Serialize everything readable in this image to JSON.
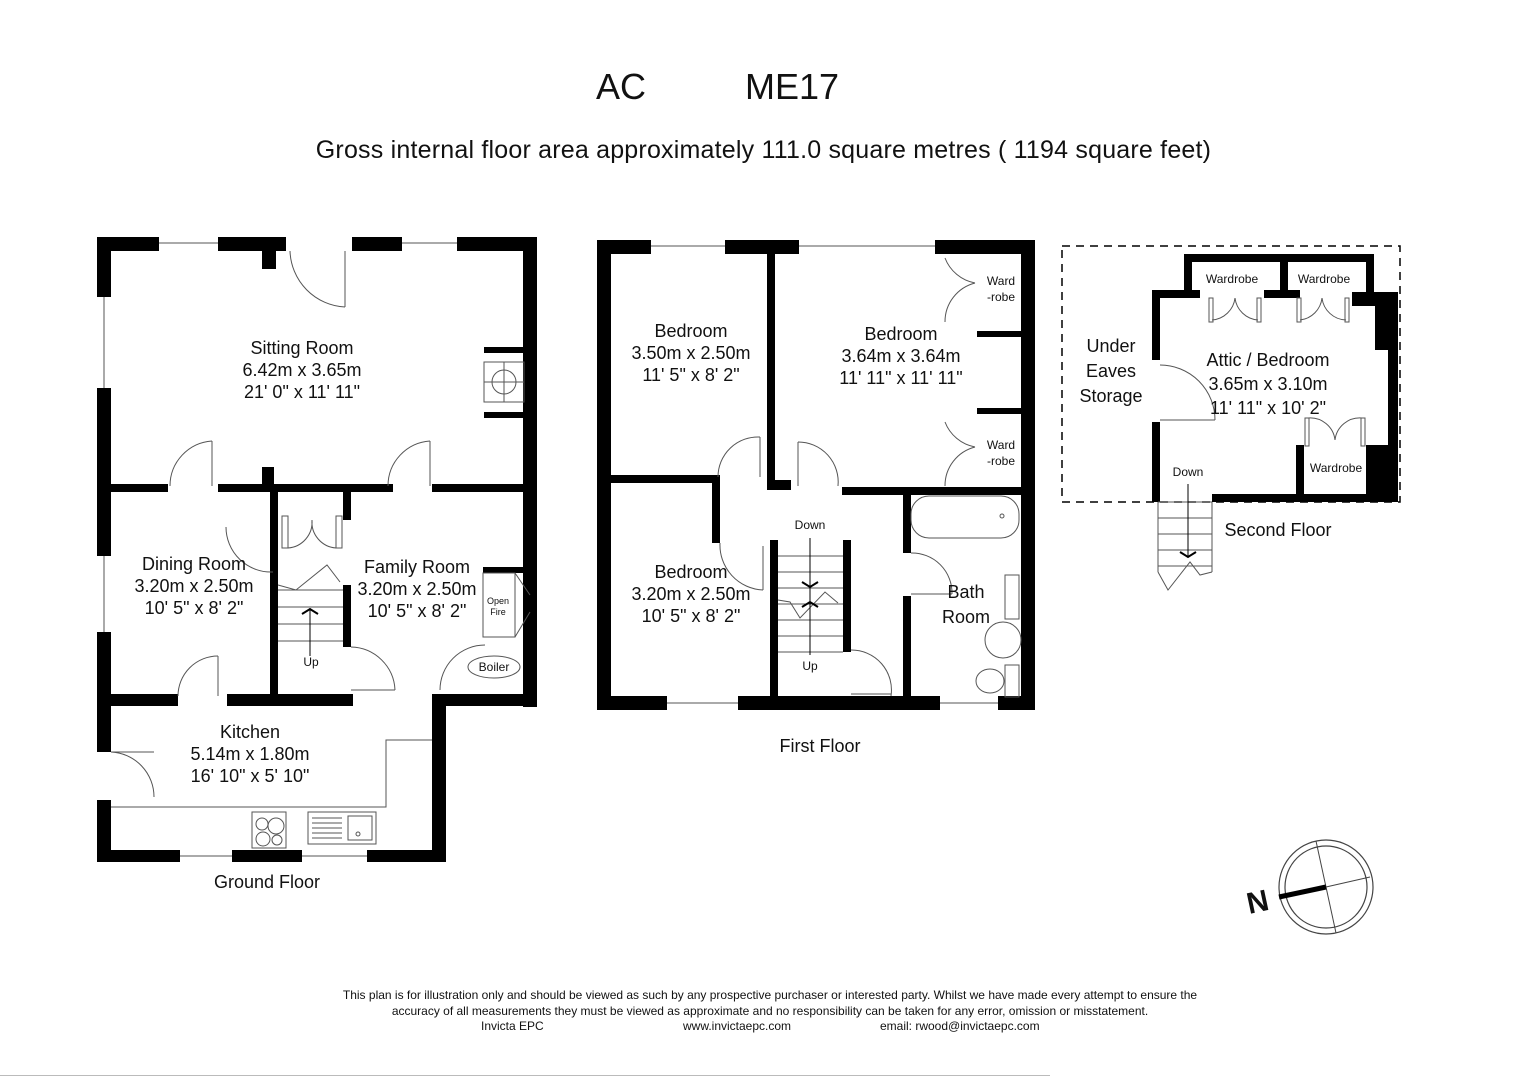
{
  "header": {
    "ref_left": "AC",
    "ref_right": "ME17",
    "gross_area": "Gross internal floor area approximately 111.0 square metres ( 1194 square feet)"
  },
  "ground_floor": {
    "label": "Ground Floor",
    "rooms": {
      "sitting_room": {
        "name": "Sitting Room",
        "metric": "6.42m x 3.65m",
        "imperial": "21' 0\" x 11' 11\""
      },
      "dining_room": {
        "name": "Dining Room",
        "metric": "3.20m x 2.50m",
        "imperial": "10' 5\" x 8' 2\""
      },
      "family_room": {
        "name": "Family Room",
        "metric": "3.20m x 2.50m",
        "imperial": "10' 5\" x 8' 2\""
      },
      "kitchen": {
        "name": "Kitchen",
        "metric": "5.14m x 1.80m",
        "imperial": "16' 10\" x 5' 10\""
      }
    },
    "fixtures": {
      "open_fire_line1": "Open",
      "open_fire_line2": "Fire",
      "boiler": "Boiler",
      "stairs_up": "Up"
    }
  },
  "first_floor": {
    "label": "First Floor",
    "rooms": {
      "bedroom_1": {
        "name": "Bedroom",
        "metric": "3.50m x 2.50m",
        "imperial": "11' 5\" x 8' 2\""
      },
      "bedroom_2": {
        "name": "Bedroom",
        "metric": "3.64m x 3.64m",
        "imperial": "11' 11\" x 11' 11\""
      },
      "bedroom_3": {
        "name": "Bedroom",
        "metric": "3.20m x 2.50m",
        "imperial": "10' 5\" x 8' 2\""
      },
      "bathroom_line1": "Bath",
      "bathroom_line2": "Room"
    },
    "fixtures": {
      "wardrobe_line1": "Ward",
      "wardrobe_line2": "-robe",
      "stairs_down": "Down",
      "stairs_up": "Up"
    }
  },
  "second_floor": {
    "label": "Second Floor",
    "rooms": {
      "attic": {
        "name": "Attic / Bedroom",
        "metric": "3.65m x 3.10m",
        "imperial": "11' 11\" x 10' 2\""
      },
      "storage_line1": "Under",
      "storage_line2": "Eaves",
      "storage_line3": "Storage"
    },
    "fixtures": {
      "wardrobe": "Wardrobe",
      "stairs_down": "Down"
    }
  },
  "compass": {
    "north_letter": "N"
  },
  "footer": {
    "disclaimer_line1": "This plan is for illustration only and should be viewed as such by any prospective purchaser or interested party. Whilst we have made every attempt to ensure the",
    "disclaimer_line2": "accuracy of all measurements they must be viewed as approximate and no responsibility can be taken for any error, omission or misstatement.",
    "company": "Invicta EPC",
    "website": "www.invictaepc.com",
    "email": "email: rwood@invictaepc.com"
  },
  "colors": {
    "wall": "#000000",
    "background": "#ffffff",
    "thin_line": "#555555"
  }
}
